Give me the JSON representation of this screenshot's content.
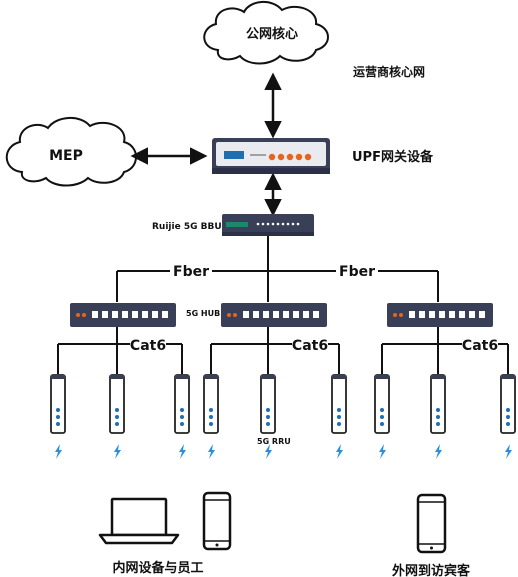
{
  "nodes": {
    "public_core": "公网核心",
    "operator_core": "运营商核心网",
    "mep": "MEP",
    "upf": "UPF网关设备",
    "bbu": "Ruijie 5G BBU",
    "hub": "5G HUB",
    "rru": "5G RRU",
    "fber_left": "Fber",
    "fber_right": "Fber",
    "cat6_left": "Cat6",
    "cat6_mid": "Cat6",
    "cat6_right": "Cat6",
    "internal_users": "内网设备与员工",
    "guests": "外网到访宾客"
  },
  "colors": {
    "device_dark": "#3a3f58",
    "device_panel": "#5b6079",
    "accent_orange": "#e8641e",
    "accent_blue": "#1f6fb0",
    "hub_port": "#ffffff",
    "bbu_green": "#1a8a6a",
    "signal_blue": "#2a8fe0",
    "cloud_fill": "#ffffff",
    "line": "#111111"
  },
  "icons": [
    "cloud-icon",
    "upf-gateway-icon",
    "bbu-icon",
    "hub-icon",
    "rru-icon",
    "signal-icon",
    "laptop-icon",
    "phone-icon"
  ]
}
